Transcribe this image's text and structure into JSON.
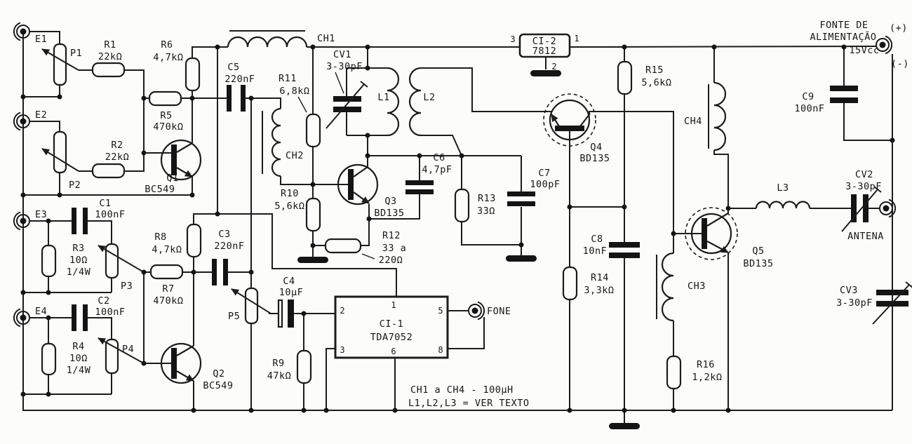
{
  "colors": {
    "ink": "#1c1c1c",
    "paper": "#fcfcfb"
  },
  "components": {
    "jacks": {
      "e1": "E1",
      "e2": "E2",
      "e3": "E3",
      "e4": "E4",
      "fone": "FONE",
      "antena": "ANTENA"
    },
    "supply": {
      "line1": "FONTE DE",
      "line2": "ALIMENTAÇÃO",
      "voltage": "15Vcc",
      "plus": "(+)",
      "minus": "(-)"
    },
    "potentiometers": {
      "p1": "P1",
      "p2": "P2",
      "p3": "P3",
      "p4": "P4",
      "p5": "P5"
    },
    "resistors": {
      "r1": {
        "ref": "R1",
        "value": "22kΩ"
      },
      "r2": {
        "ref": "R2",
        "value": "22kΩ"
      },
      "r3": {
        "ref": "R3",
        "value": "10Ω",
        "power": "1/4W"
      },
      "r4": {
        "ref": "R4",
        "value": "10Ω",
        "power": "1/4W"
      },
      "r5": {
        "ref": "R5",
        "value": "470kΩ"
      },
      "r6": {
        "ref": "R6",
        "value": "4,7kΩ"
      },
      "r7": {
        "ref": "R7",
        "value": "470kΩ"
      },
      "r8": {
        "ref": "R8",
        "value": "4,7kΩ"
      },
      "r9": {
        "ref": "R9",
        "value": "47kΩ"
      },
      "r10": {
        "ref": "R10",
        "value": "5,6kΩ"
      },
      "r11": {
        "ref": "R11",
        "value": "6,8kΩ"
      },
      "r12": {
        "ref": "R12",
        "value": "33 a",
        "value2": "220Ω"
      },
      "r13": {
        "ref": "R13",
        "value": "33Ω"
      },
      "r14": {
        "ref": "R14",
        "value": "3,3kΩ"
      },
      "r15": {
        "ref": "R15",
        "value": "5,6kΩ"
      },
      "r16": {
        "ref": "R16",
        "value": "1,2kΩ"
      }
    },
    "capacitors": {
      "c1": {
        "ref": "C1",
        "value": "100nF"
      },
      "c2": {
        "ref": "C2",
        "value": "100nF"
      },
      "c3": {
        "ref": "C3",
        "value": "220nF"
      },
      "c4": {
        "ref": "C4",
        "value": "10µF"
      },
      "c5": {
        "ref": "C5",
        "value": "220nF"
      },
      "c6": {
        "ref": "C6",
        "value": "4,7pF"
      },
      "c7": {
        "ref": "C7",
        "value": "100pF"
      },
      "c8": {
        "ref": "C8",
        "value": "10nF"
      },
      "c9": {
        "ref": "C9",
        "value": "100nF"
      }
    },
    "trimmers": {
      "cv1": {
        "ref": "CV1",
        "value": "3-30pF"
      },
      "cv2": {
        "ref": "CV2",
        "value": "3-30pF"
      },
      "cv3": {
        "ref": "CV3",
        "value": "3-30pF"
      }
    },
    "transistors": {
      "q1": {
        "ref": "Q1",
        "part": "BC549"
      },
      "q2": {
        "ref": "Q2",
        "part": "BC549"
      },
      "q3": {
        "ref": "Q3",
        "part": "BD135"
      },
      "q4": {
        "ref": "Q4",
        "part": "BD135"
      },
      "q5": {
        "ref": "Q5",
        "part": "BD135"
      }
    },
    "ics": {
      "ci1": {
        "ref": "CI-1",
        "part": "TDA7052",
        "pins": {
          "p1": "1",
          "p2": "2",
          "p3": "3",
          "p5": "5",
          "p6": "6",
          "p8": "8"
        }
      },
      "ci2": {
        "ref": "CI-2",
        "part": "7812",
        "pins": {
          "p1": "1",
          "p2": "2",
          "p3": "3"
        }
      }
    },
    "inductors": {
      "ch1": "CH1",
      "ch2": "CH2",
      "ch3": "CH3",
      "ch4": "CH4",
      "l1": "L1",
      "l2": "L2",
      "l3": "L3"
    }
  },
  "notes": {
    "chokes": "CH1 a CH4 - 100µH",
    "coils": "L1,L2,L3 = VER TEXTO"
  }
}
